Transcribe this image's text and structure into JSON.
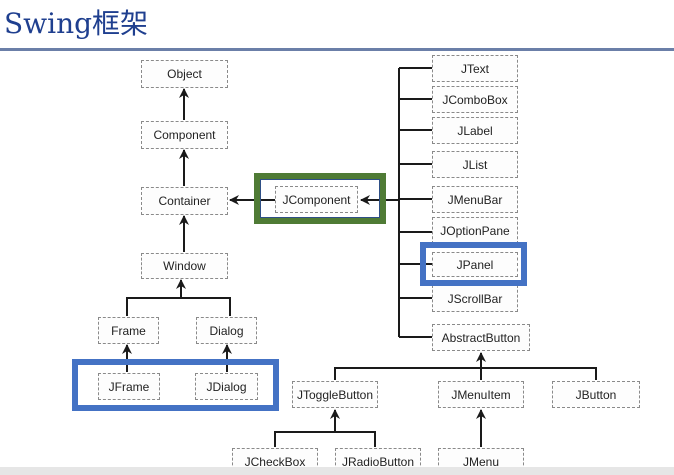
{
  "title": "Swing框架",
  "colors": {
    "title": "#1f3f8f",
    "rule": "#6b7fa8",
    "highlight_green": "#4f7b35",
    "highlight_blue": "#4472c4"
  },
  "diagram": {
    "nodes": {
      "object": "Object",
      "component": "Component",
      "container": "Container",
      "window": "Window",
      "frame": "Frame",
      "dialog": "Dialog",
      "jframe": "JFrame",
      "jdialog": "JDialog",
      "jcomponent": "JComponent",
      "jtext": "JText",
      "jcombobox": "JComboBox",
      "jlabel": "JLabel",
      "jlist": "JList",
      "jmenubar": "JMenuBar",
      "joptionpane": "JOptionPane",
      "jpanel": "JPanel",
      "jscrollbar": "JScrollBar",
      "abstractbutton": "AbstractButton",
      "jtogglebutton": "JToggleButton",
      "jmenuitem": "JMenuItem",
      "jbutton": "JButton",
      "jcheckbox": "JCheckBox",
      "jradiobutton": "JRadioButton",
      "jmenu": "JMenu"
    },
    "inheritance": [
      [
        "Component",
        "Object"
      ],
      [
        "Container",
        "Component"
      ],
      [
        "Window",
        "Container"
      ],
      [
        "JComponent",
        "Container"
      ],
      [
        "Frame",
        "Window"
      ],
      [
        "Dialog",
        "Window"
      ],
      [
        "JFrame",
        "Frame"
      ],
      [
        "JDialog",
        "Dialog"
      ],
      [
        "JText",
        "JComponent"
      ],
      [
        "JComboBox",
        "JComponent"
      ],
      [
        "JLabel",
        "JComponent"
      ],
      [
        "JList",
        "JComponent"
      ],
      [
        "JMenuBar",
        "JComponent"
      ],
      [
        "JOptionPane",
        "JComponent"
      ],
      [
        "JPanel",
        "JComponent"
      ],
      [
        "JScrollBar",
        "JComponent"
      ],
      [
        "AbstractButton",
        "JComponent"
      ],
      [
        "JToggleButton",
        "AbstractButton"
      ],
      [
        "JMenuItem",
        "AbstractButton"
      ],
      [
        "JButton",
        "AbstractButton"
      ],
      [
        "JCheckBox",
        "JToggleButton"
      ],
      [
        "JRadioButton",
        "JToggleButton"
      ],
      [
        "JMenu",
        "JMenuItem"
      ]
    ],
    "highlighted": {
      "green": [
        "JComponent"
      ],
      "blue": [
        "JFrame",
        "JDialog",
        "JPanel"
      ]
    }
  }
}
